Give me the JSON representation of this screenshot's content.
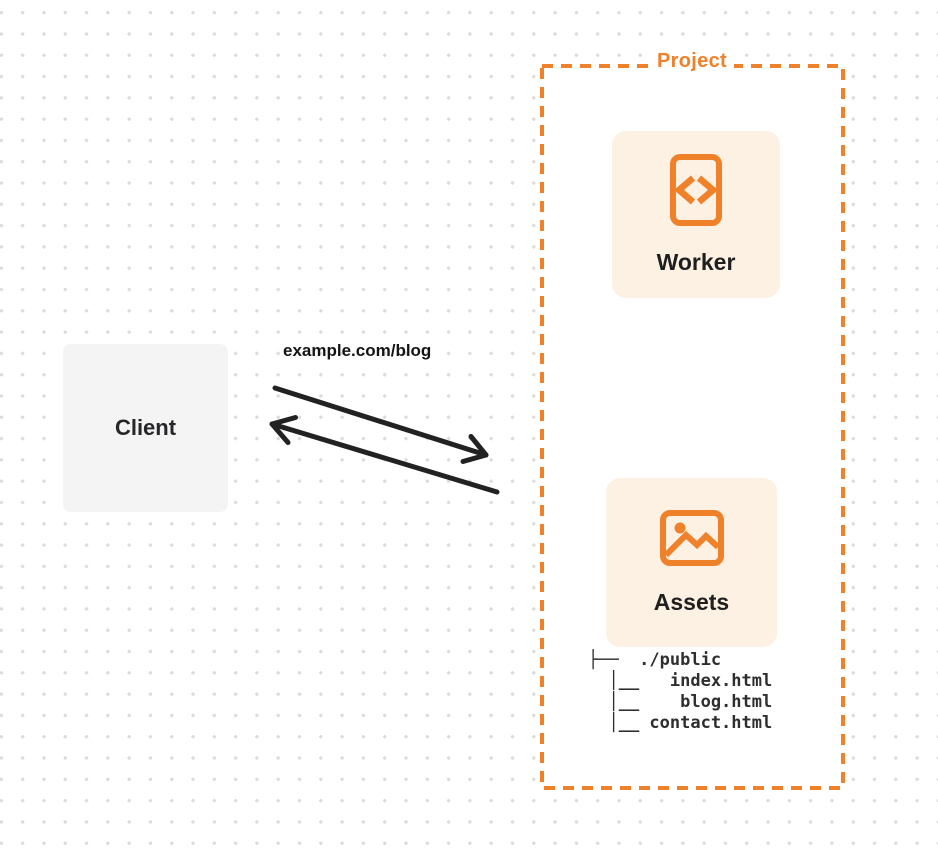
{
  "colors": {
    "accent_orange": "#f0812b",
    "card_bg": "#fdf1e4",
    "client_bg": "#f4f4f5",
    "arrow_ink": "#222222",
    "grid_dot": "#dbdbdb"
  },
  "project": {
    "label": "Project"
  },
  "worker": {
    "label": "Worker",
    "icon": "code-file-icon"
  },
  "assets": {
    "label": "Assets",
    "icon": "image-icon",
    "tree": {
      "lines": [
        "├──  ./public",
        "  │__   index.html",
        "  │__    blog.html",
        "  │__ contact.html"
      ]
    }
  },
  "client": {
    "label": "Client"
  },
  "request": {
    "label": "example.com/blog"
  }
}
